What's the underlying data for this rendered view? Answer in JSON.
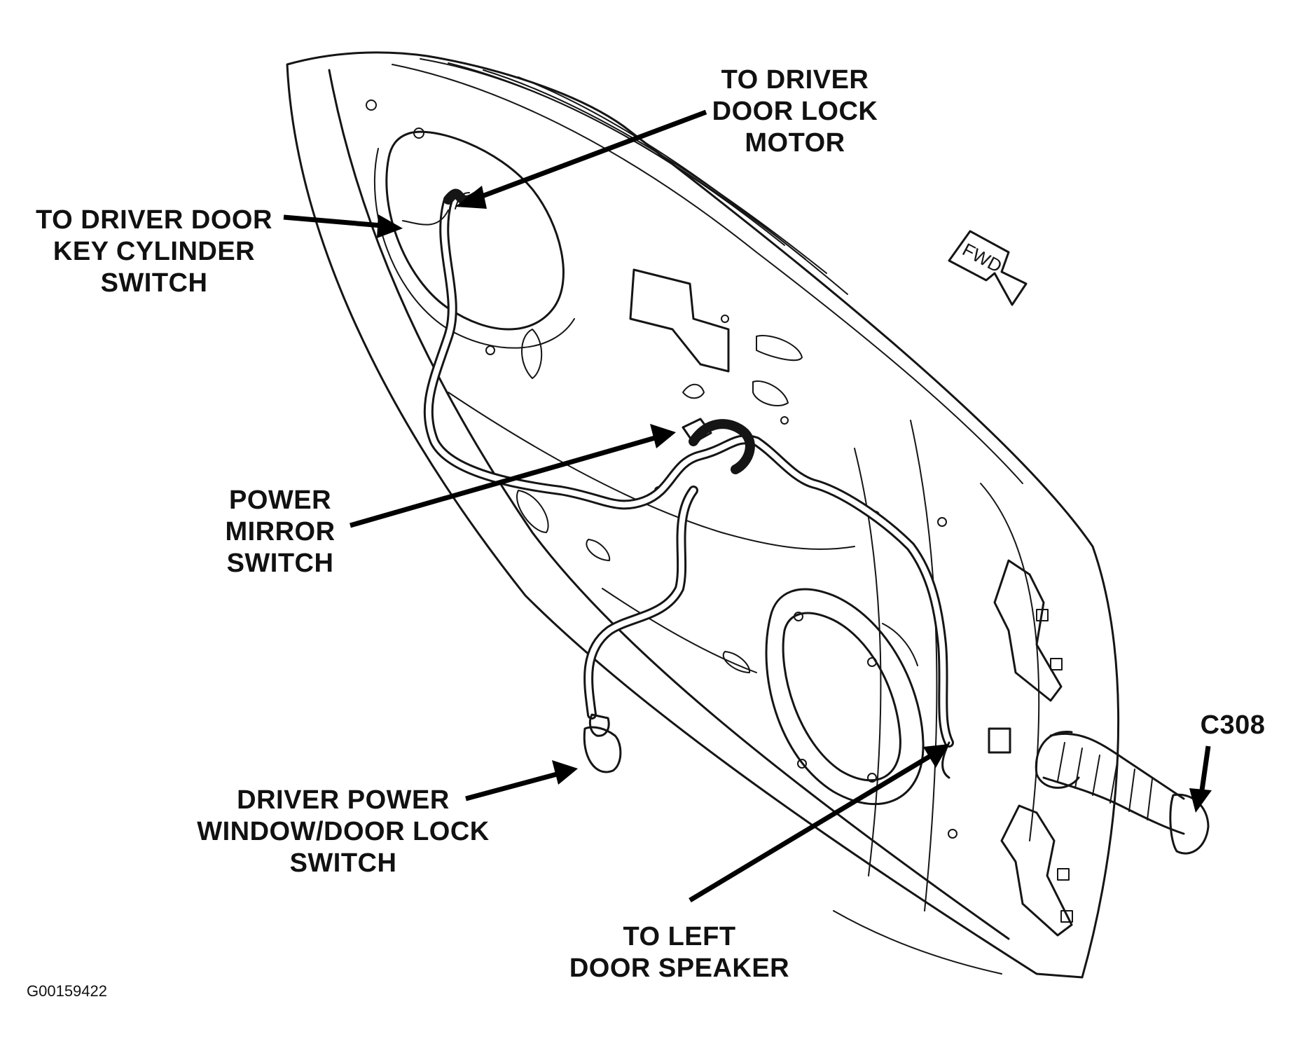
{
  "figure_id": "G00159422",
  "direction_marker": "FWD",
  "labels": {
    "door_lock_motor": [
      "TO DRIVER",
      "DOOR LOCK",
      "MOTOR"
    ],
    "key_cylinder_switch": [
      "TO DRIVER DOOR",
      "KEY CYLINDER",
      "SWITCH"
    ],
    "power_mirror_switch": [
      "POWER",
      "MIRROR",
      "SWITCH"
    ],
    "window_lock_switch": [
      "DRIVER POWER",
      "WINDOW/DOOR LOCK",
      "SWITCH"
    ],
    "left_door_speaker": [
      "TO LEFT",
      "DOOR SPEAKER"
    ],
    "connector": [
      "C308"
    ]
  },
  "colors": {
    "ink": "#151515",
    "background": "#ffffff"
  }
}
